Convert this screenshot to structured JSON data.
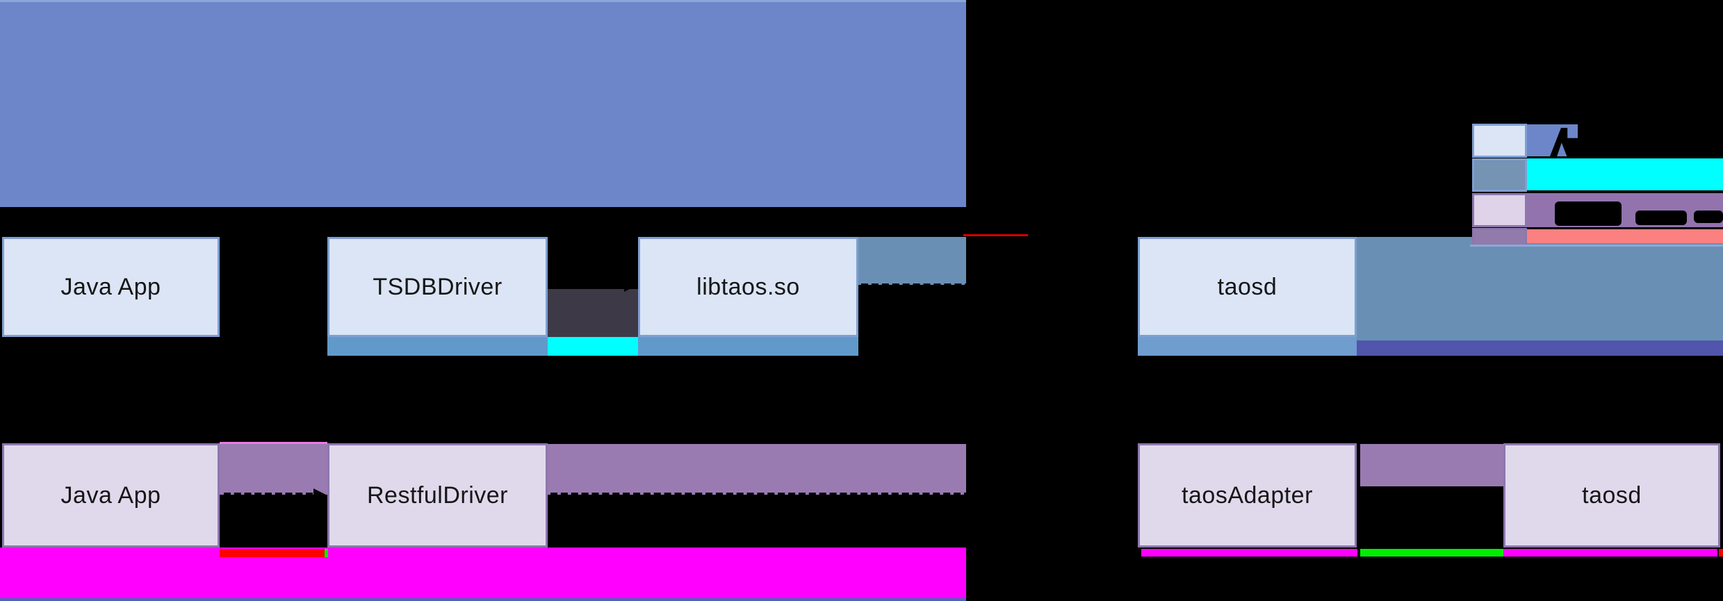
{
  "diagram_title": "",
  "flows": {
    "jni": {
      "app": "Java App",
      "driver": "TSDBDriver",
      "library": "libtaos.so",
      "server": "taosd"
    },
    "rest": {
      "app": "Java App",
      "driver": "RestfulDriver",
      "adapter": "taosAdapter",
      "server": "taosd"
    }
  },
  "legend": {
    "items": [
      {
        "swatch_color": "#dbe5f5",
        "band_color": "#6c86c9",
        "label": ""
      },
      {
        "swatch_color": "#7593b2",
        "band_color": "#00ffff",
        "label": ""
      },
      {
        "swatch_color": "#ded3e8",
        "band_color": "#9273ae",
        "label": ""
      },
      {
        "swatch_color": "#907bab",
        "band_color": "#fb8181",
        "label": ""
      }
    ],
    "note": "legend label text is black-on-black (illegible)"
  },
  "colors": {
    "background": "#000000",
    "jni_band": "#6c86c9",
    "jni_band_top_border": "#8ba6d8",
    "server_band": "#6990b4",
    "node_blue_fill": "#dbe5f5",
    "node_blue_border": "#7f9fd1",
    "node_lavender_fill": "#e0d9ec",
    "node_lavender_border": "#8d77ad",
    "under_node_strip": "#619aca",
    "periwinkle_strip": "#5155ab",
    "charcoal_gap": "#3e3947",
    "rest_band": "#997bb1",
    "cyan_strip": "#00ffff",
    "magenta_band": "#ff00ff",
    "red_strip": "#fe0000",
    "salmon_band": "#fb8181",
    "green_strip": "#00ef00",
    "bottom_blue_line": "#4968b2",
    "red_line": "#d40000",
    "arrow": "#000000",
    "label_text": "#161616"
  }
}
